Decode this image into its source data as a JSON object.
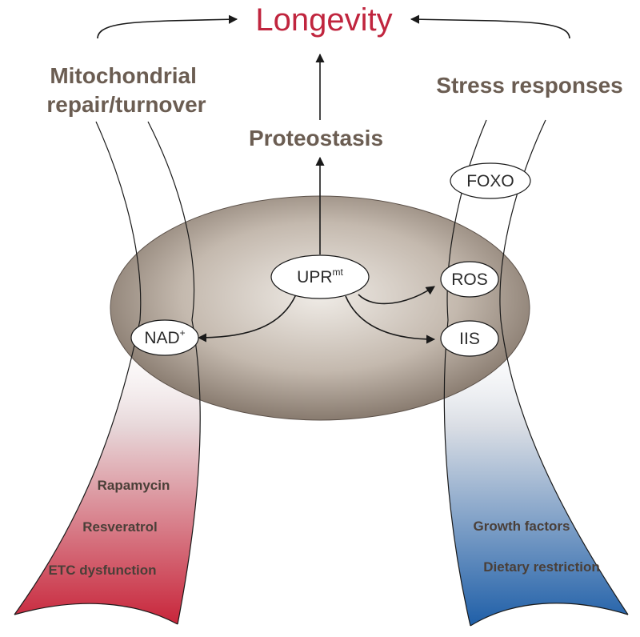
{
  "title": "Longevity",
  "left_heading": [
    "Mitochondrial",
    "repair/turnover"
  ],
  "right_heading": "Stress responses",
  "center_heading": "Proteostasis",
  "nodes": {
    "uprmt": {
      "base": "UPR",
      "sup": "mt"
    },
    "nad": {
      "base": "NAD",
      "sup": "+"
    },
    "ros": "ROS",
    "iis": "IIS",
    "foxo": "FOXO"
  },
  "left_inputs": [
    "Rapamycin",
    "Resveratrol",
    "ETC dysfunction"
  ],
  "right_inputs": [
    "Growth factors",
    "Dietary restriction"
  ],
  "colors": {
    "title": "#c0253e",
    "heading": "#6b5d52",
    "left_band": "#c8253a",
    "right_band": "#1f5fa8",
    "ellipse": "#8a7c70"
  }
}
